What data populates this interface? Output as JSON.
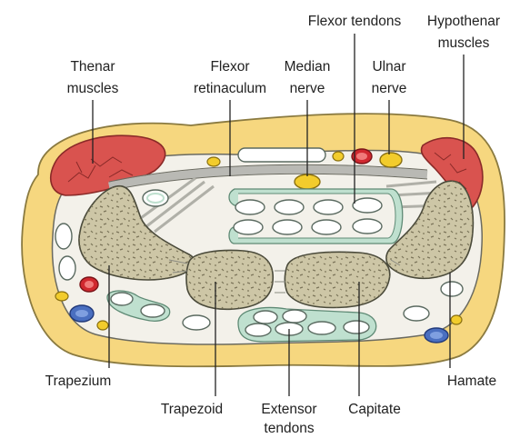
{
  "labels": {
    "thenar_line1": "Thenar",
    "thenar_line2": "muscles",
    "retinaculum_line1": "Flexor",
    "retinaculum_line2": "retinaculum",
    "median_line1": "Median",
    "median_line2": "nerve",
    "flexor_tendons": "Flexor tendons",
    "ulnar_line1": "Ulnar",
    "ulnar_line2": "nerve",
    "hypothenar_line1": "Hypothenar",
    "hypothenar_line2": "muscles",
    "trapezium": "Trapezium",
    "trapezoid": "Trapezoid",
    "extensor_line1": "Extensor",
    "extensor_line2": "tendons",
    "capitate": "Capitate",
    "hamate": "Hamate"
  },
  "colors": {
    "skin": "#f6d77f",
    "tissue": "#f3f1ea",
    "bone": "#cdc6a6",
    "muscle": "#d9534f",
    "nerve": "#f2cc2c",
    "artery": "#d0282f",
    "vein": "#4a6fc0",
    "sheath": "#bfe0cf"
  }
}
